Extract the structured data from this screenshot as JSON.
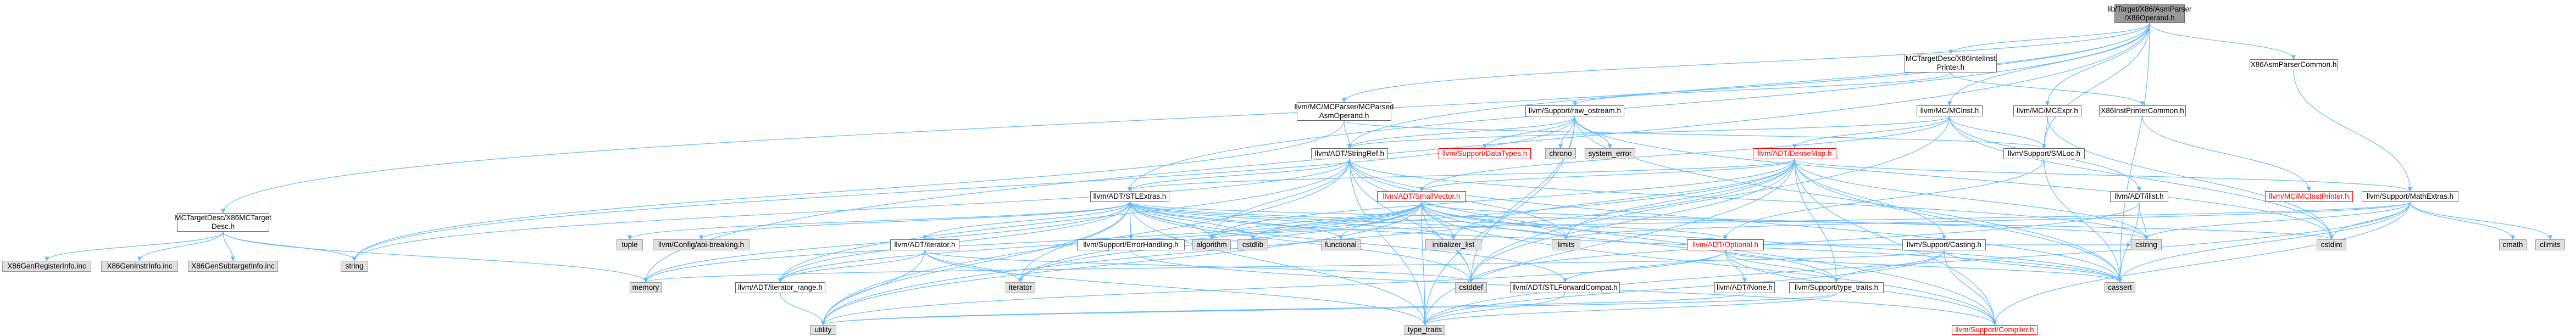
{
  "colors": {
    "edge": "#63b8ff",
    "edge_alt": "#4da0e0",
    "node_border": "#666666",
    "system_fill": "#e0e0e0",
    "root_fill": "#999999",
    "red_label": "#ff0000"
  },
  "nodes": [
    {
      "id": "root",
      "label": "lib/Target/X86/AsmParser\n/X86Operand.h",
      "kind": "root"
    },
    {
      "id": "mctargetdesc",
      "label": "MCTargetDesc/X86MCTarget\nDesc.h",
      "kind": "internal"
    },
    {
      "id": "x86genregisterinfo",
      "label": "X86GenRegisterInfo.inc",
      "kind": "system"
    },
    {
      "id": "x86geninstrinfo",
      "label": "X86GenInstrInfo.inc",
      "kind": "system"
    },
    {
      "id": "x86gensubtargetinfo",
      "label": "X86GenSubtargetInfo.inc",
      "kind": "system"
    },
    {
      "id": "mcparsedasmoperand",
      "label": "llvm/MC/MCParser/MCParsed\nAsmOperand.h",
      "kind": "internal"
    },
    {
      "id": "x86intelinstprinter",
      "label": "MCTargetDesc/X86IntelInst\nPrinter.h",
      "kind": "internal"
    },
    {
      "id": "x86instprintercommon",
      "label": "X86InstPrinterCommon.h",
      "kind": "internal"
    },
    {
      "id": "x86asmparsercommon",
      "label": "X86AsmParserCommon.h",
      "kind": "internal"
    },
    {
      "id": "raw_ostream",
      "label": "llvm/Support/raw_ostream.h",
      "kind": "internal"
    },
    {
      "id": "mcinst",
      "label": "llvm/MC/MCInst.h",
      "kind": "internal"
    },
    {
      "id": "mcexpr",
      "label": "llvm/MC/MCExpr.h",
      "kind": "internal"
    },
    {
      "id": "stringref",
      "label": "llvm/ADT/StringRef.h",
      "kind": "internal"
    },
    {
      "id": "datatypes",
      "label": "llvm/Support/DataTypes.h",
      "kind": "internal",
      "red": true
    },
    {
      "id": "chrono",
      "label": "chrono",
      "kind": "system"
    },
    {
      "id": "system_error",
      "label": "system_error",
      "kind": "system"
    },
    {
      "id": "smloc",
      "label": "llvm/Support/SMLoc.h",
      "kind": "internal"
    },
    {
      "id": "densemap",
      "label": "llvm/ADT/DenseMap.h",
      "kind": "internal",
      "red": true
    },
    {
      "id": "mcinstprinter",
      "label": "llvm/MC/MCInstPrinter.h",
      "kind": "internal",
      "red": true
    },
    {
      "id": "mathextras",
      "label": "llvm/Support/MathExtras.h",
      "kind": "internal"
    },
    {
      "id": "stlextras",
      "label": "llvm/ADT/STLExtras.h",
      "kind": "internal"
    },
    {
      "id": "smallvector",
      "label": "llvm/ADT/SmallVector.h",
      "kind": "internal",
      "red": true
    },
    {
      "id": "ilist",
      "label": "llvm/ADT/ilist.h",
      "kind": "internal"
    },
    {
      "id": "tuple",
      "label": "tuple",
      "kind": "system"
    },
    {
      "id": "configdependent",
      "label": "llvm/Config/abi-breaking.h",
      "kind": "system"
    },
    {
      "id": "iterator",
      "label": "llvm/ADT/iterator.h",
      "kind": "internal"
    },
    {
      "id": "algorithm",
      "label": "algorithm",
      "kind": "system"
    },
    {
      "id": "cstdlib",
      "label": "cstdlib",
      "kind": "system"
    },
    {
      "id": "functional",
      "label": "functional",
      "kind": "system"
    },
    {
      "id": "errorhandling",
      "label": "llvm/Support/ErrorHandling.h",
      "kind": "internal"
    },
    {
      "id": "initializer_list",
      "label": "initializer_list",
      "kind": "system"
    },
    {
      "id": "limits",
      "label": "limits",
      "kind": "system"
    },
    {
      "id": "optional",
      "label": "llvm/ADT/Optional.h",
      "kind": "internal",
      "red": true
    },
    {
      "id": "casting",
      "label": "llvm/Support/Casting.h",
      "kind": "internal"
    },
    {
      "id": "cstring",
      "label": "cstring",
      "kind": "system"
    },
    {
      "id": "cstdint",
      "label": "cstdint",
      "kind": "system"
    },
    {
      "id": "cmath",
      "label": "cmath",
      "kind": "system"
    },
    {
      "id": "climits",
      "label": "climits",
      "kind": "system"
    },
    {
      "id": "string",
      "label": "string",
      "kind": "system"
    },
    {
      "id": "memory",
      "label": "memory",
      "kind": "system"
    },
    {
      "id": "iterator_range",
      "label": "llvm/ADT/iterator_range.h",
      "kind": "internal"
    },
    {
      "id": "iterator_std",
      "label": "iterator",
      "kind": "system"
    },
    {
      "id": "cstddef",
      "label": "cstddef",
      "kind": "system"
    },
    {
      "id": "stlforwardcompat",
      "label": "llvm/ADT/STLForwardCompat.h",
      "kind": "internal"
    },
    {
      "id": "none",
      "label": "llvm/ADT/None.h",
      "kind": "internal"
    },
    {
      "id": "type_traits_llvm",
      "label": "llvm/Support/type_traits.h",
      "kind": "internal"
    },
    {
      "id": "cassert",
      "label": "cassert",
      "kind": "system"
    },
    {
      "id": "utility",
      "label": "utility",
      "kind": "system"
    },
    {
      "id": "type_traits",
      "label": "type_traits",
      "kind": "system"
    },
    {
      "id": "compiler",
      "label": "llvm/Support/Compiler.h",
      "kind": "internal",
      "red": true
    }
  ],
  "edges": [
    [
      "root",
      "mctargetdesc"
    ],
    [
      "root",
      "mcparsedasmoperand"
    ],
    [
      "root",
      "x86intelinstprinter"
    ],
    [
      "root",
      "x86asmparsercommon"
    ],
    [
      "root",
      "mcinst"
    ],
    [
      "root",
      "mcexpr"
    ],
    [
      "root",
      "stlextras"
    ],
    [
      "root",
      "stringref"
    ],
    [
      "root",
      "smloc"
    ],
    [
      "root",
      "memory"
    ],
    [
      "root",
      "cassert"
    ],
    [
      "mctargetdesc",
      "x86genregisterinfo"
    ],
    [
      "mctargetdesc",
      "x86geninstrinfo"
    ],
    [
      "mctargetdesc",
      "x86gensubtargetinfo"
    ],
    [
      "mctargetdesc",
      "memory"
    ],
    [
      "mctargetdesc",
      "string"
    ],
    [
      "mcparsedasmoperand",
      "stringref"
    ],
    [
      "mcparsedasmoperand",
      "smloc"
    ],
    [
      "mcparsedasmoperand",
      "string"
    ],
    [
      "x86intelinstprinter",
      "x86instprintercommon"
    ],
    [
      "x86intelinstprinter",
      "raw_ostream"
    ],
    [
      "x86instprintercommon",
      "mcinstprinter"
    ],
    [
      "x86asmparsercommon",
      "mathextras"
    ],
    [
      "raw_ostream",
      "stringref"
    ],
    [
      "raw_ostream",
      "datatypes"
    ],
    [
      "raw_ostream",
      "cassert"
    ],
    [
      "raw_ostream",
      "chrono"
    ],
    [
      "raw_ostream",
      "cstddef"
    ],
    [
      "raw_ostream",
      "cstdint"
    ],
    [
      "raw_ostream",
      "string"
    ],
    [
      "raw_ostream",
      "system_error"
    ],
    [
      "raw_ostream",
      "type_traits"
    ],
    [
      "mcinst",
      "smallvector"
    ],
    [
      "mcinst",
      "stringref"
    ],
    [
      "mcinst",
      "smloc"
    ],
    [
      "mcinst",
      "ilist"
    ],
    [
      "mcinst",
      "cstddef"
    ],
    [
      "mcinst",
      "cstdint"
    ],
    [
      "mcinst",
      "densemap"
    ],
    [
      "mcexpr",
      "smloc"
    ],
    [
      "mcexpr",
      "cstdint"
    ],
    [
      "stringref",
      "stlextras"
    ],
    [
      "stringref",
      "iterator_range"
    ],
    [
      "stringref",
      "compiler"
    ],
    [
      "stringref",
      "algorithm"
    ],
    [
      "stringref",
      "cassert"
    ],
    [
      "stringref",
      "cstddef"
    ],
    [
      "stringref",
      "cstring"
    ],
    [
      "stringref",
      "limits"
    ],
    [
      "stringref",
      "string"
    ],
    [
      "stringref",
      "type_traits"
    ],
    [
      "stringref",
      "utility"
    ],
    [
      "densemap",
      "smallvector"
    ],
    [
      "densemap",
      "stlextras"
    ],
    [
      "densemap",
      "casting"
    ],
    [
      "densemap",
      "mathextras"
    ],
    [
      "densemap",
      "compiler"
    ],
    [
      "densemap",
      "type_traits_llvm"
    ],
    [
      "densemap",
      "algorithm"
    ],
    [
      "densemap",
      "cassert"
    ],
    [
      "densemap",
      "cstddef"
    ],
    [
      "densemap",
      "cstring"
    ],
    [
      "densemap",
      "initializer_list"
    ],
    [
      "densemap",
      "iterator_std"
    ],
    [
      "densemap",
      "limits"
    ],
    [
      "densemap",
      "type_traits"
    ],
    [
      "densemap",
      "utility"
    ],
    [
      "smloc",
      "optional"
    ],
    [
      "smloc",
      "cassert"
    ],
    [
      "mathextras",
      "compiler"
    ],
    [
      "mathextras",
      "type_traits"
    ],
    [
      "mathextras",
      "algorithm"
    ],
    [
      "mathextras",
      "cassert"
    ],
    [
      "mathextras",
      "climits"
    ],
    [
      "mathextras",
      "cmath"
    ],
    [
      "mathextras",
      "cstdint"
    ],
    [
      "mathextras",
      "cstring"
    ],
    [
      "mathextras",
      "limits"
    ],
    [
      "stlextras",
      "optional"
    ],
    [
      "stlextras",
      "stlforwardcompat"
    ],
    [
      "stlextras",
      "iterator"
    ],
    [
      "stlextras",
      "iterator_range"
    ],
    [
      "stlextras",
      "errorhandling"
    ],
    [
      "stlextras",
      "configdependent"
    ],
    [
      "stlextras",
      "algorithm"
    ],
    [
      "stlextras",
      "cassert"
    ],
    [
      "stlextras",
      "cstddef"
    ],
    [
      "stlextras",
      "cstdint"
    ],
    [
      "stlextras",
      "cstdlib"
    ],
    [
      "stlextras",
      "functional"
    ],
    [
      "stlextras",
      "initializer_list"
    ],
    [
      "stlextras",
      "iterator_std"
    ],
    [
      "stlextras",
      "limits"
    ],
    [
      "stlextras",
      "memory"
    ],
    [
      "stlextras",
      "tuple"
    ],
    [
      "stlextras",
      "type_traits"
    ],
    [
      "stlextras",
      "utility"
    ],
    [
      "smallvector",
      "iterator_range"
    ],
    [
      "smallvector",
      "compiler"
    ],
    [
      "smallvector",
      "type_traits_llvm"
    ],
    [
      "smallvector",
      "algorithm"
    ],
    [
      "smallvector",
      "cassert"
    ],
    [
      "smallvector",
      "cstddef"
    ],
    [
      "smallvector",
      "cstdlib"
    ],
    [
      "smallvector",
      "cstring"
    ],
    [
      "smallvector",
      "functional"
    ],
    [
      "smallvector",
      "initializer_list"
    ],
    [
      "smallvector",
      "iterator_std"
    ],
    [
      "smallvector",
      "limits"
    ],
    [
      "smallvector",
      "memory"
    ],
    [
      "smallvector",
      "new"
    ],
    [
      "smallvector",
      "type_traits"
    ],
    [
      "smallvector",
      "utility"
    ],
    [
      "ilist",
      "cassert"
    ],
    [
      "ilist",
      "cstddef"
    ],
    [
      "ilist",
      "cstring"
    ],
    [
      "iterator",
      "iterator_range"
    ],
    [
      "iterator",
      "cstddef"
    ],
    [
      "iterator",
      "iterator_std"
    ],
    [
      "iterator",
      "type_traits"
    ],
    [
      "iterator",
      "utility"
    ],
    [
      "errorhandling",
      "compiler"
    ],
    [
      "optional",
      "none"
    ],
    [
      "optional",
      "stlforwardcompat"
    ],
    [
      "optional",
      "compiler"
    ],
    [
      "optional",
      "type_traits_llvm"
    ],
    [
      "optional",
      "cassert"
    ],
    [
      "optional",
      "cstring"
    ],
    [
      "optional",
      "new"
    ],
    [
      "optional",
      "utility"
    ],
    [
      "casting",
      "type_traits_llvm"
    ],
    [
      "casting",
      "compiler"
    ],
    [
      "casting",
      "cassert"
    ],
    [
      "casting",
      "memory"
    ],
    [
      "casting",
      "type_traits"
    ],
    [
      "iterator_range",
      "utility"
    ],
    [
      "stlforwardcompat",
      "type_traits"
    ],
    [
      "none",
      "utility"
    ],
    [
      "type_traits_llvm",
      "type_traits"
    ],
    [
      "type_traits_llvm",
      "utility"
    ]
  ]
}
